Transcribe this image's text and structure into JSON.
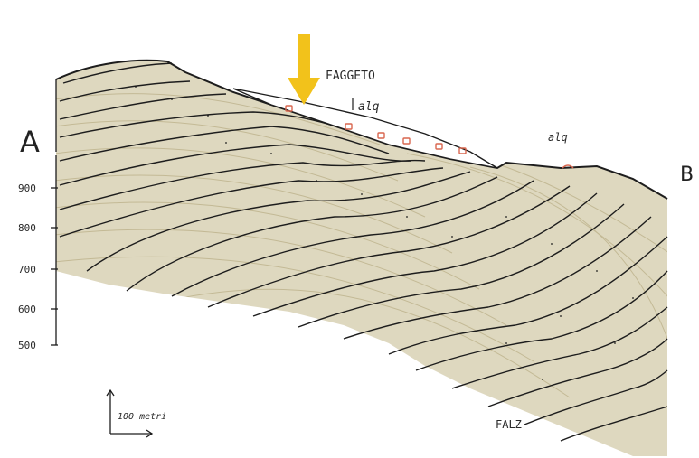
{
  "section_labels": {
    "start": "A",
    "end": "B"
  },
  "annotations": {
    "forest_name": "FAGGETO",
    "alq_main": "alq",
    "alq_right": "alq",
    "fault": "FALZ",
    "scale": "100 metri"
  },
  "elevation_ticks": [
    "900",
    "800",
    "700",
    "600",
    "500"
  ],
  "colors": {
    "arrow": "#f2c21b",
    "layer_fill": "#cdc39c",
    "line": "#1d1d1d",
    "deposit_marks": "#d9674f"
  }
}
